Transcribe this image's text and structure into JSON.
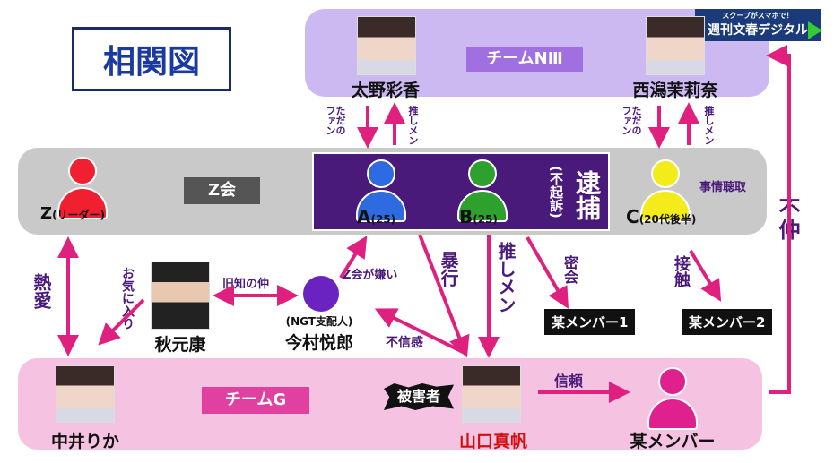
{
  "title": "相関図",
  "logo": {
    "tagline": "スクープがスマホで！",
    "name": "週刊文春デジタル"
  },
  "team_n3": {
    "label": "チームNⅢ",
    "members": [
      "太野彩香",
      "西潟茉莉奈"
    ]
  },
  "z_group": {
    "label": "Z会",
    "leader": "Z",
    "leader_note": "(リーダー)",
    "a": "A",
    "a_age": "(25)",
    "b": "B",
    "b_age": "(25)",
    "arrest": "逮捕",
    "arrest_note": "(不起訴)",
    "c": "C",
    "c_age": "(20代後半)",
    "c_note": "事情聴取"
  },
  "team_g": {
    "label": "チームG",
    "members": [
      "中井りか",
      "山口真帆",
      "某メンバー"
    ],
    "victim": "被害者"
  },
  "people": {
    "akimoto": "秋元康",
    "imamura": "今村悦郎",
    "imamura_role": "(NGT支配人)",
    "member1": "某メンバー1",
    "member2": "某メンバー2"
  },
  "relations": {
    "fan": "ただのファン",
    "oshi": "推しメン",
    "oshi2": "推しメン",
    "fan2": "ただのファン",
    "oshi3": "推しメン",
    "passion": "熱愛",
    "favorite": "お気に入り",
    "old_friends": "旧知の仲",
    "hates_z": "Z会が嫌い",
    "distrust": "不信感",
    "violence": "暴行",
    "secret_meeting": "密会",
    "contact": "接触",
    "trust": "信頼",
    "bad_terms": "不仲"
  },
  "colors": {
    "arrow": "#e0207f",
    "purple": "#4a1a7a",
    "lavender": "#cdb9f2",
    "pink": "#f5c2e2",
    "gray": "#c9c9c9"
  }
}
